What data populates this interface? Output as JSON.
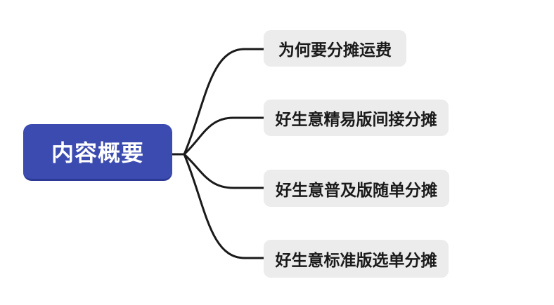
{
  "diagram": {
    "type": "mindmap",
    "background_color": "#ffffff",
    "line_color": "#1a1a1a",
    "root": {
      "label": "内容概要",
      "fill_color": "#3b4bb0",
      "border_bottom_color": "#2c3a96",
      "text_color": "#ffffff"
    },
    "branch_fill_color": "#ececec",
    "branch_text_color": "#1a1a1a",
    "branches": [
      {
        "label": "为何要分摊运费"
      },
      {
        "label": "好生意精易版间接分摊"
      },
      {
        "label": "好生意普及版随单分摊"
      },
      {
        "label": "好生意标准版选单分摊"
      }
    ]
  }
}
